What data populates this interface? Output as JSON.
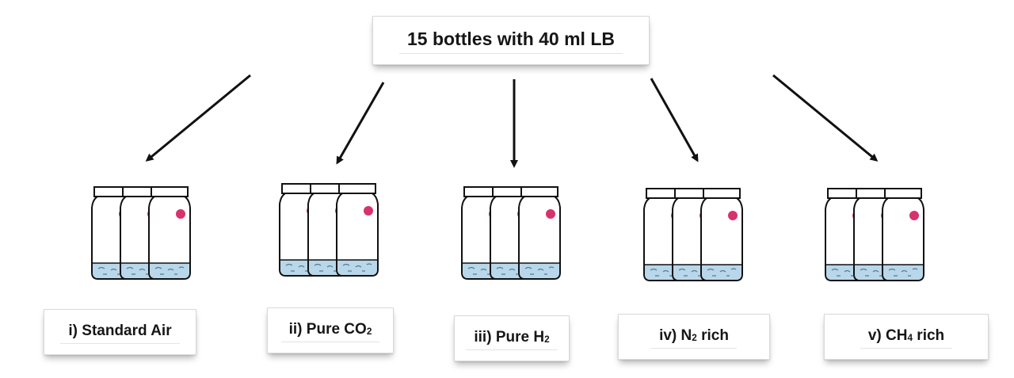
{
  "title": "15 bottles with 40 ml LB",
  "conditions": [
    {
      "prefix": "i) Standard Air",
      "sub": "",
      "suffix": ""
    },
    {
      "prefix": "ii) Pure CO",
      "sub": "2",
      "suffix": ""
    },
    {
      "prefix": "iii) Pure H",
      "sub": "2",
      "suffix": ""
    },
    {
      "prefix": "iv) N",
      "sub": "2",
      "suffix": " rich"
    },
    {
      "prefix": "v) CH",
      "sub": "4",
      "suffix": " rich"
    }
  ],
  "colors": {
    "liquid": "#b9d7ea",
    "indicator_dot": "#d7326e",
    "outline": "#111111"
  }
}
